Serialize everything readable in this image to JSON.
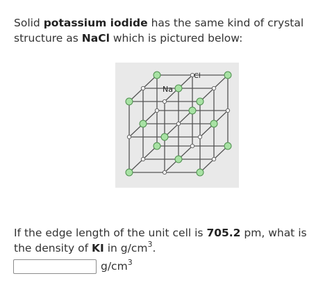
{
  "intro": {
    "t1": "Solid ",
    "b1": "potassium iodide",
    "t2": " has the same kind of crystal structure as ",
    "b2": "NaCl",
    "t3": " which is pictured below:"
  },
  "figure": {
    "label_na": "Na",
    "label_cl": "Cl",
    "colors": {
      "background": "#e9e9e9",
      "cl_ion": "#a8e2a4",
      "na_ion": "#ffffff",
      "edge": "#555555"
    }
  },
  "question": {
    "t1": "If the edge length of the unit cell is ",
    "edge_length": "705.2",
    "t2": " pm, what is the density of ",
    "compound": "KI",
    "t3": " in g/cm",
    "exp": "3",
    "t4": "."
  },
  "answer": {
    "value": "",
    "placeholder": "",
    "unit_base": "g/cm",
    "unit_exp": "3"
  }
}
